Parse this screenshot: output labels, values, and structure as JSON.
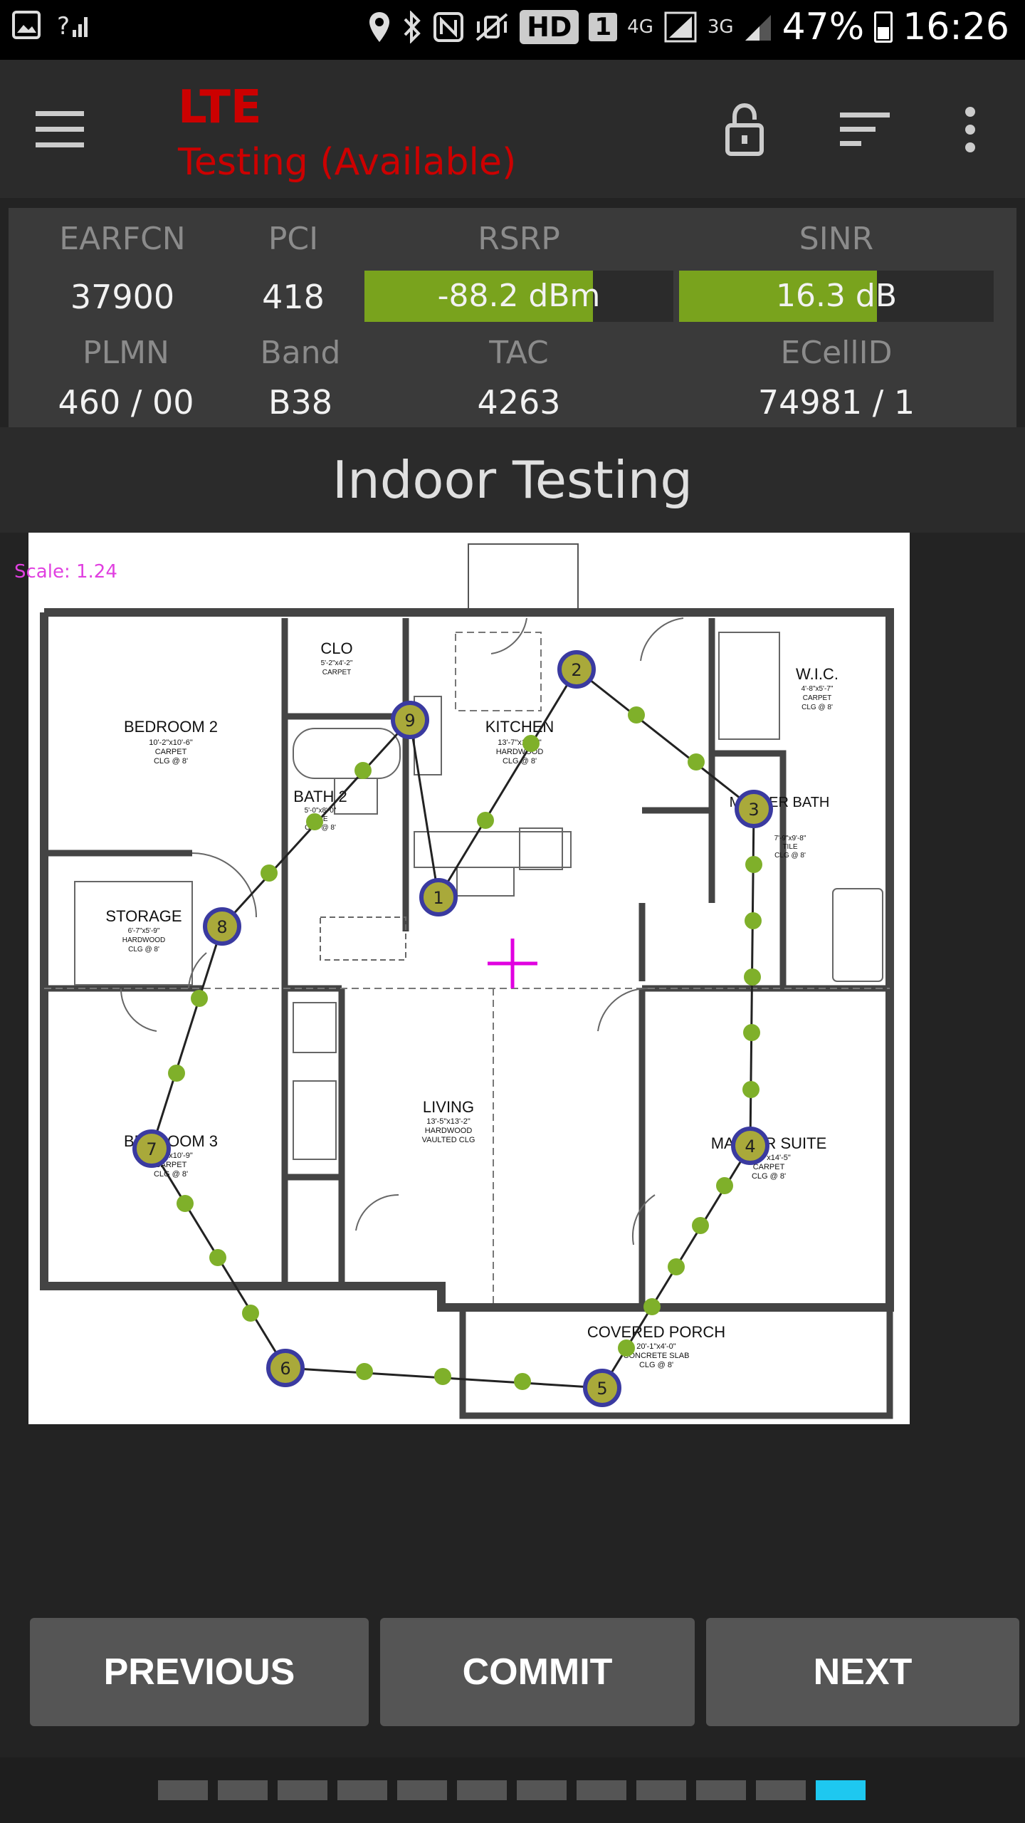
{
  "status_bar": {
    "hd": "HD",
    "sim": "1",
    "net_4g": "4G",
    "net_3g": "3G",
    "battery": "47%",
    "time": "16:26"
  },
  "app_bar": {
    "title": "LTE",
    "subtitle": "Testing (Available)"
  },
  "info": {
    "earfcn_label": "EARFCN",
    "earfcn": "37900",
    "pci_label": "PCI",
    "pci": "418",
    "rsrp_label": "RSRP",
    "rsrp": "-88.2 dBm",
    "rsrp_fill": 0.74,
    "sinr_label": "SINR",
    "sinr": "16.3 dB",
    "sinr_fill": 0.63,
    "plmn_label": "PLMN",
    "plmn": "460 / 00",
    "band_label": "Band",
    "band": "B38",
    "tac_label": "TAC",
    "tac": "4263",
    "ecellid_label": "ECellID",
    "ecellid": "74981 / 1"
  },
  "section_title": "Indoor Testing",
  "floorplan": {
    "scale_text": "Scale: 1.24",
    "rooms": [
      {
        "name": "BEDROOM 2",
        "dims": "10'-2\"x10'-6\"",
        "floor": "CARPET",
        "ceiling": "CLG @ 8'"
      },
      {
        "name": "CLO",
        "dims": "5'-2\"x4'-2\"",
        "floor": "CARPET"
      },
      {
        "name": "KITCHEN",
        "dims": "13'-7\"x10'-0\"",
        "floor": "HARDWOOD",
        "ceiling": "CLG @ 8'"
      },
      {
        "name": "W.I.C.",
        "dims": "4'-8\"x5'-7\"",
        "floor": "CARPET",
        "ceiling": "CLG @ 8'"
      },
      {
        "name": "BATH 2",
        "dims": "5'-0\"x8'-0\"",
        "floor": "TILE",
        "ceiling": "CLG @ 8'"
      },
      {
        "name": "MASTER BATH",
        "dims": "7'-9\"x9'-8\"",
        "floor": "TILE",
        "ceiling": "CLG @ 8'"
      },
      {
        "name": "STORAGE",
        "dims": "6'-7\"x5'-9\"",
        "floor": "HARDWOOD",
        "ceiling": "CLG @ 8'"
      },
      {
        "name": "LIVING",
        "dims": "13'-5\"x13'-2\"",
        "floor": "HARDWOOD",
        "ceiling": "VAULTED CLG"
      },
      {
        "name": "BEDROOM 3",
        "dims": "10'-0\"x10'-9\"",
        "floor": "CARPET",
        "ceiling": "CLG @ 8'"
      },
      {
        "name": "MASTER SUITE",
        "dims": "13'-0\"x14'-5\"",
        "floor": "CARPET",
        "ceiling": "CLG @ 8'"
      },
      {
        "name": "COVERED PORCH",
        "dims": "20'-1\"x4'-0\"",
        "floor": "CONCRETE SLAB",
        "ceiling": "CLG @ 8'"
      }
    ],
    "markers": [
      "1",
      "2",
      "3",
      "4",
      "5",
      "6",
      "7",
      "8",
      "9"
    ]
  },
  "buttons": {
    "previous": "PREVIOUS",
    "commit": "COMMIT",
    "next": "NEXT"
  },
  "page_indicator": {
    "count": 12,
    "active": 12
  },
  "colors": {
    "accent_red": "#cc0000",
    "signal_green": "#79a31d",
    "indicator_active": "#1ec8f0",
    "marker_fill": "#a9a93a",
    "marker_ring": "#3a3aa0",
    "crosshair": "#e000e0"
  }
}
